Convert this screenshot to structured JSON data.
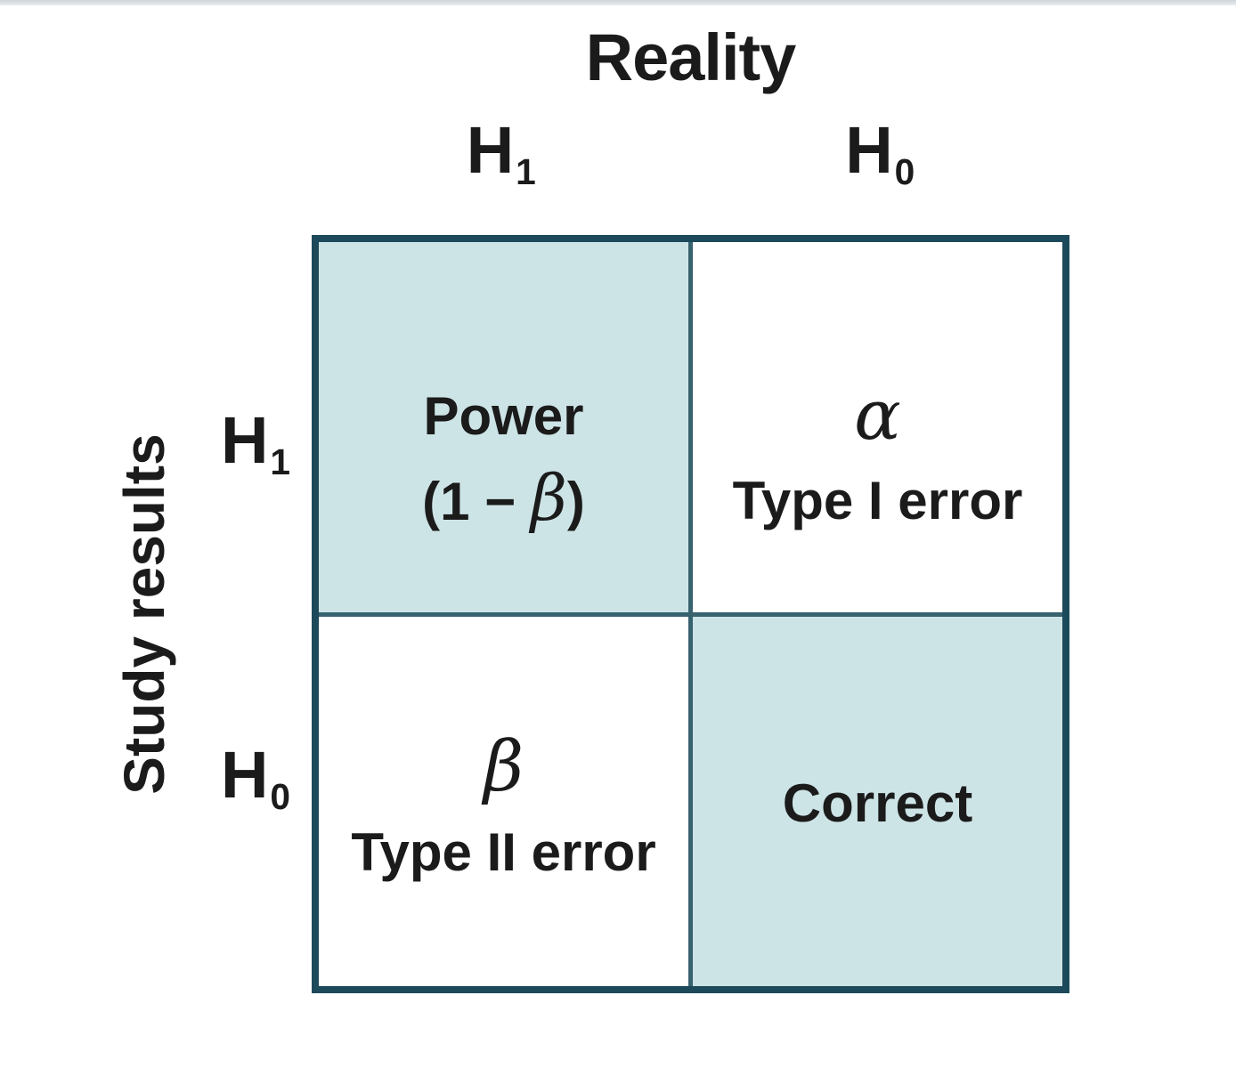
{
  "figure": {
    "title": "Reality",
    "row_axis_label": "Study results",
    "col_headers": [
      {
        "base": "H",
        "sub": "1"
      },
      {
        "base": "H",
        "sub": "0"
      }
    ],
    "row_headers": [
      {
        "base": "H",
        "sub": "1"
      },
      {
        "base": "H",
        "sub": "0"
      }
    ],
    "cells": [
      {
        "id": "power",
        "row": "H1",
        "col": "H1",
        "highlighted": true,
        "line1": "Power",
        "formula_prefix": "(1 − ",
        "formula_greek": "β",
        "formula_suffix": ")"
      },
      {
        "id": "type-1-error",
        "row": "H1",
        "col": "H0",
        "highlighted": false,
        "greek": "α",
        "label": "Type I error"
      },
      {
        "id": "type-2-error",
        "row": "H0",
        "col": "H1",
        "highlighted": false,
        "greek": "β",
        "label": "Type II error"
      },
      {
        "id": "correct",
        "row": "H0",
        "col": "H0",
        "highlighted": true,
        "label": "Correct"
      }
    ],
    "colors": {
      "outer_border": "#1d4a5a",
      "inner_divider": "#37626e",
      "highlight_fill": "#cde4e6",
      "plain_fill": "#ffffff",
      "text": "#1b1b1b",
      "top_strip": "#ced4d8"
    }
  }
}
